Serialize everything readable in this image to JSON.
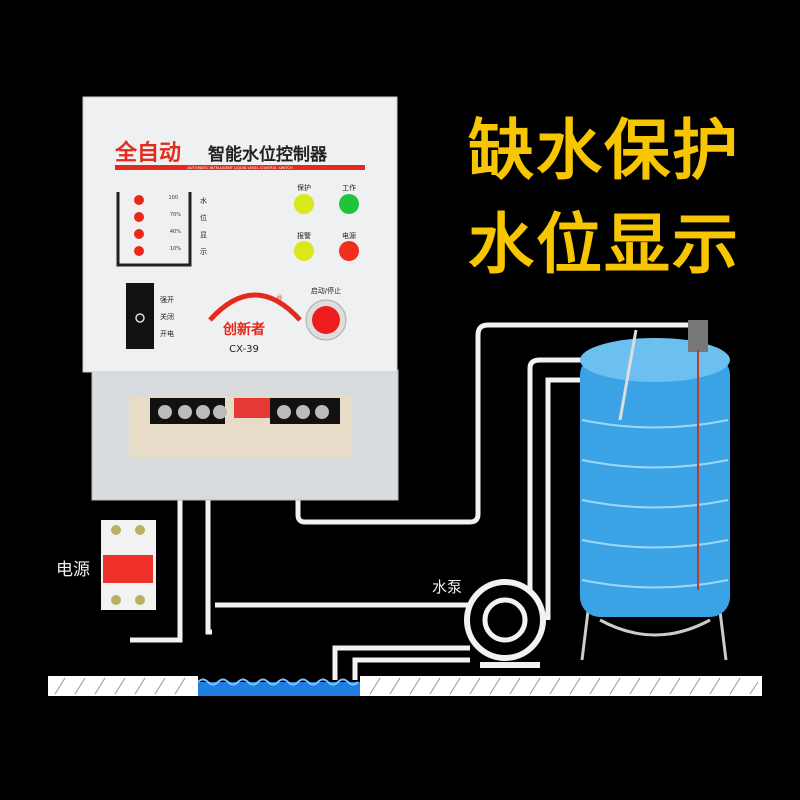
{
  "headline": {
    "line1": "缺水保护",
    "line2": "水位显示",
    "color": "#f7c600"
  },
  "controller": {
    "title_red": "全自动",
    "title_black": "智能水位控制器",
    "subtitle": "AUTOMATIC INTELLIGENT LIQUID LEVEL CONTROL SWITCH",
    "levels": [
      "100",
      "70%",
      "40%",
      "10%"
    ],
    "level_label": [
      "水",
      "位",
      "显",
      "示"
    ],
    "indicators": [
      {
        "label": "保护",
        "color": "#d8e81a"
      },
      {
        "label": "工作",
        "color": "#1fc43a"
      },
      {
        "label": "报警",
        "color": "#d8e81a"
      },
      {
        "label": "电源",
        "color": "#f0301c"
      }
    ],
    "switch_labels": [
      "强开",
      "关闭",
      "开电"
    ],
    "brand": "创新者",
    "registered": "®",
    "model": "CX-39",
    "start_stop_label": "启动/停止"
  },
  "labels": {
    "power": "电源",
    "pump": "水泵"
  },
  "icons": [
    "level-led-icon",
    "indicator-light-icon",
    "rocker-switch-icon",
    "start-stop-button-icon",
    "circuit-breaker-icon",
    "pump-icon",
    "water-tank-icon"
  ]
}
